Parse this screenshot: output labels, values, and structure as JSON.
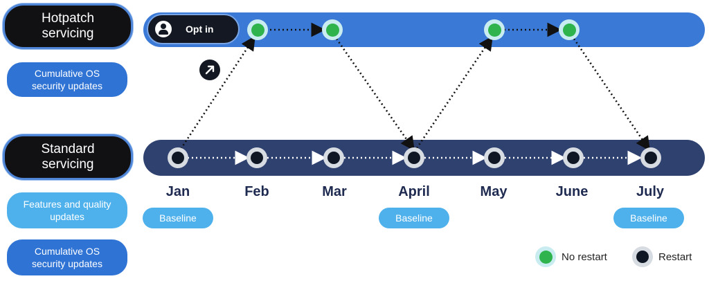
{
  "rows": {
    "hotpatch": {
      "title": "Hotpatch servicing",
      "sub": "Cumulative OS security updates"
    },
    "standard": {
      "title": "Standard servicing",
      "sub1": "Features and quality updates",
      "sub2": "Cumulative OS security updates"
    }
  },
  "opt_in": {
    "label": "Opt in"
  },
  "months": [
    "Jan",
    "Feb",
    "Mar",
    "April",
    "May",
    "June",
    "July"
  ],
  "baseline_label": "Baseline",
  "baselines": [
    "Jan",
    "April",
    "July"
  ],
  "hotpatch_months": [
    "Feb",
    "Mar",
    "May",
    "June"
  ],
  "legend": {
    "no_restart": "No restart",
    "restart": "Restart"
  },
  "colors": {
    "hotpatch_track": "#3b79d6",
    "standard_track": "#2e416f",
    "green": "#2fb34d",
    "dark_node": "#0f1724",
    "baseline": "#4fb1ec"
  }
}
